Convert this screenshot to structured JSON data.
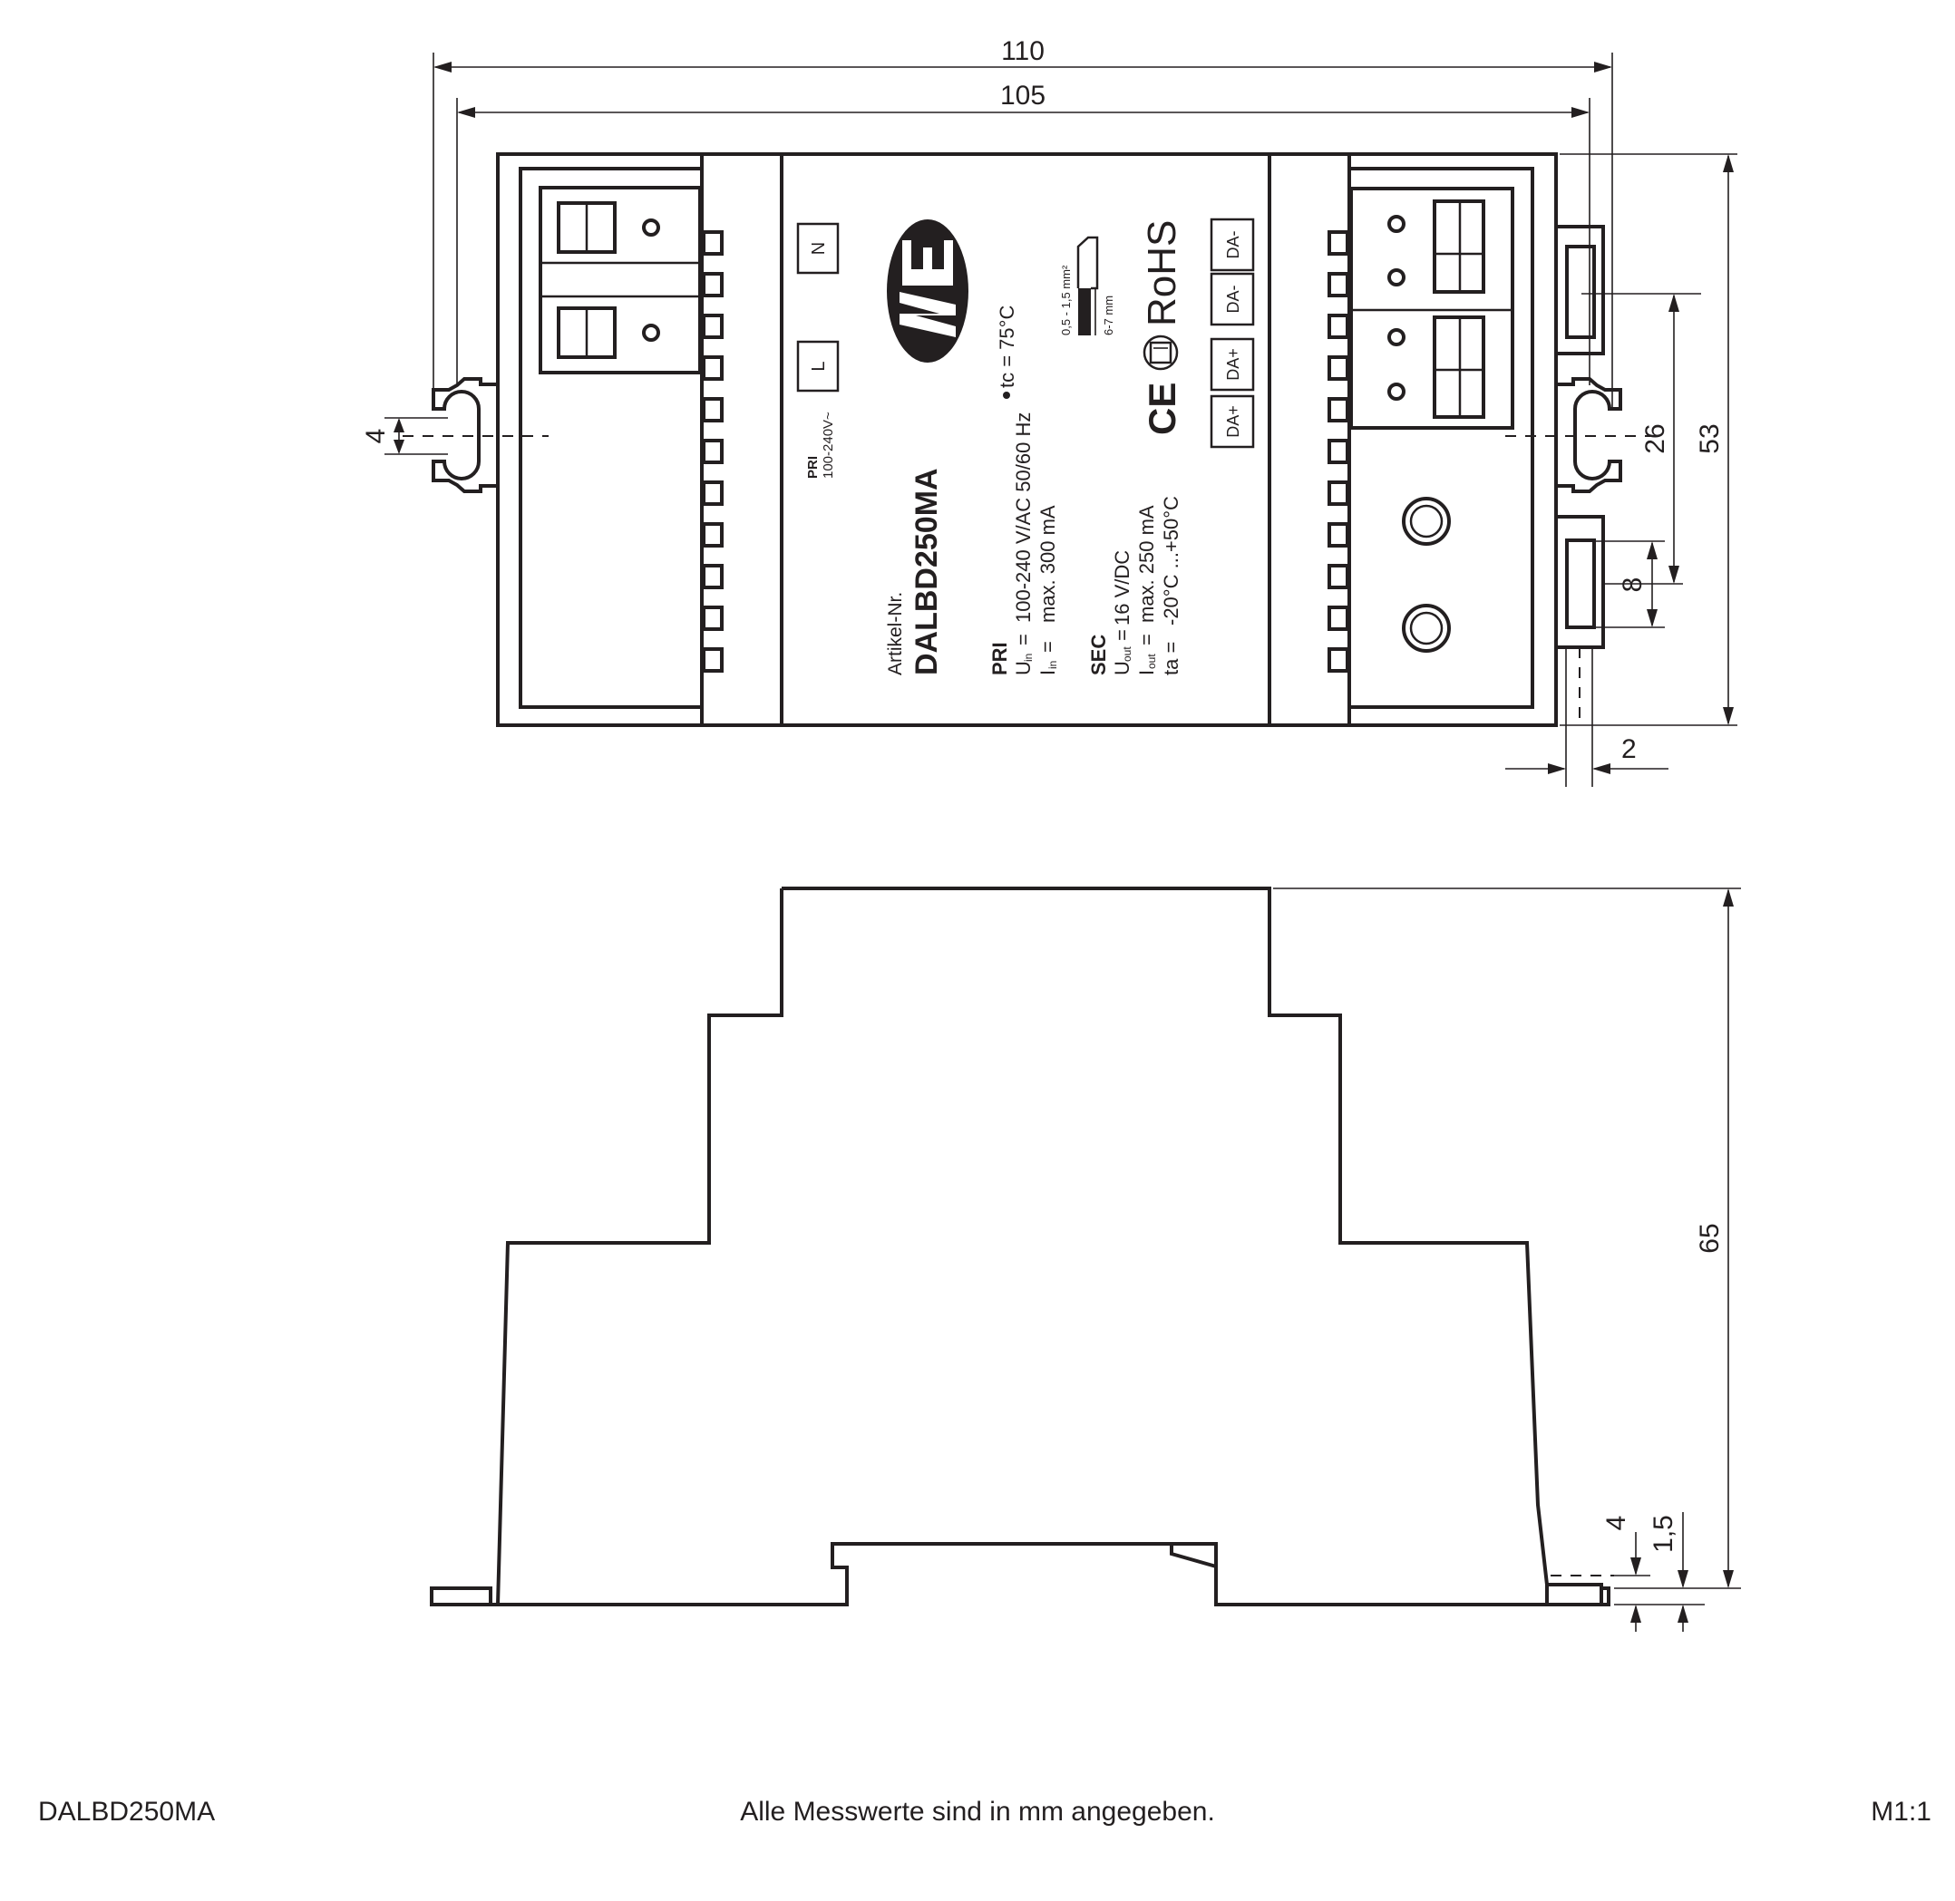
{
  "dimensions": {
    "d110": "110",
    "d105": "105",
    "d4": "4",
    "d26": "26",
    "d53": "53",
    "d8": "8",
    "d2": "2",
    "d65": "65",
    "d4b": "4",
    "d15": "1,5"
  },
  "front": {
    "terminal_n": "N",
    "terminal_l": "L",
    "pri_label": "PRI",
    "pri_voltage": "100-240V~",
    "tc": "tc = 75°C",
    "article_label": "Artikel-Nr.",
    "article_number": "DALBD250MA",
    "pri_head": "PRI",
    "uin_sym": "U",
    "uin_sub": "in",
    "uin_eq": "=",
    "uin_value": "100-240 V/AC  50/60 Hz",
    "iin_sym": "I",
    "iin_sub": "in",
    "iin_eq": "=",
    "iin_value": "max. 300 mA",
    "sec_head": "SEC",
    "uout_sym": "U",
    "uout_sub": "out",
    "uout_eq": "=",
    "uout_value": "16 V/DC",
    "iout_sym": "I",
    "iout_sub": "out",
    "iout_eq": "=",
    "iout_value": "max. 250 mA",
    "ta_sym": "ta =",
    "ta_value": "-20°C ...+50°C",
    "wire_cross": "0,5 - 1,5 mm²",
    "wire_strip": "6-7 mm",
    "rohs": "RoHS",
    "ce": "CE",
    "da": [
      "DA-",
      "DA-",
      "DA+",
      "DA+"
    ]
  },
  "footer": {
    "model": "DALBD250MA",
    "note": "Alle Messwerte sind in mm angegeben.",
    "scale": "M1:1"
  }
}
